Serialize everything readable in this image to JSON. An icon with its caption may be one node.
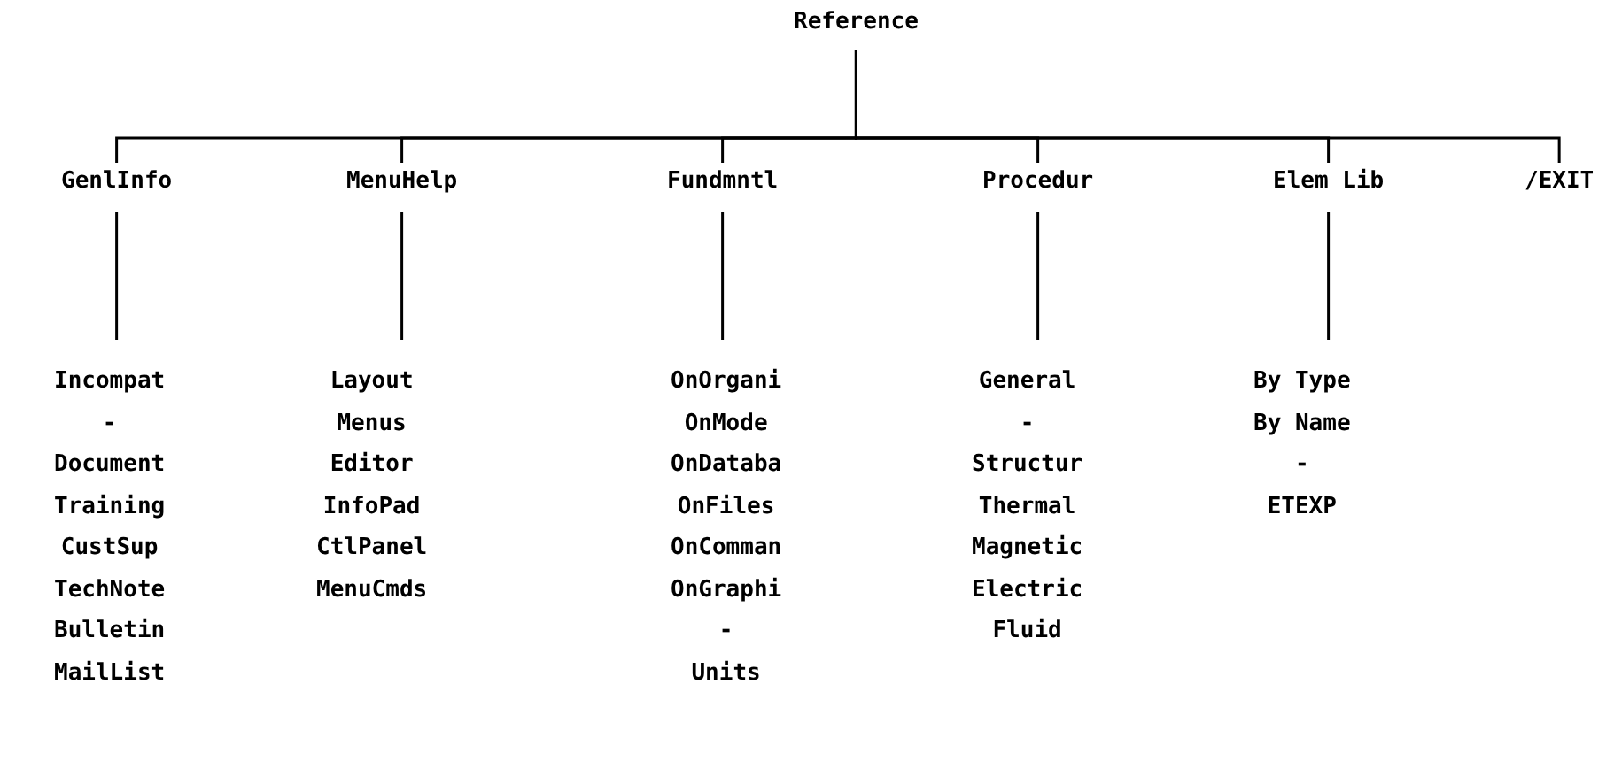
{
  "diagram": {
    "nodes": [
      {
        "text": [
          "Reference"
        ]
      },
      {
        "text": [
          "GenlInfo"
        ]
      },
      {
        "text": [
          "MenuHelp"
        ]
      },
      {
        "text": [
          "Fundmntl"
        ]
      },
      {
        "text": [
          "Procedur"
        ]
      },
      {
        "text": [
          "Elem Lib"
        ]
      },
      {
        "text": [
          "/EXIT"
        ]
      },
      {
        "text": [
          "Incompat",
          "-",
          "Document",
          "Training",
          "CustSup",
          "TechNote",
          "Bulletin",
          "MailList"
        ]
      },
      {
        "text": [
          "Layout",
          "Menus",
          "Editor",
          "InfoPad",
          "CtlPanel",
          "MenuCmds"
        ]
      },
      {
        "text": [
          "OnOrgani",
          "OnMode",
          "OnDataba",
          "OnFiles",
          "OnComman",
          "OnGraphi",
          "-",
          "Units"
        ]
      },
      {
        "text": [
          "General",
          "-",
          "Structur",
          "Thermal",
          "Magnetic",
          "Electric",
          "Fluid"
        ]
      },
      {
        "text": [
          "By Type",
          "By Name",
          "-",
          "ETEXP"
        ]
      }
    ],
    "edges": [
      {
        "from": 0,
        "to": 1,
        "arrow": "none"
      },
      {
        "from": 0,
        "to": 2,
        "arrow": "none"
      },
      {
        "from": 0,
        "to": 3,
        "arrow": "none"
      },
      {
        "from": 0,
        "to": 4,
        "arrow": "none"
      },
      {
        "from": 0,
        "to": 5,
        "arrow": "none"
      },
      {
        "from": 0,
        "to": 6,
        "arrow": "none"
      },
      {
        "from": 1,
        "to": 7,
        "arrow": "none"
      },
      {
        "from": 2,
        "to": 8,
        "arrow": "none"
      },
      {
        "from": 3,
        "to": 9,
        "arrow": "none"
      },
      {
        "from": 4,
        "to": 10,
        "arrow": "none"
      },
      {
        "from": 5,
        "to": 11,
        "arrow": "none"
      }
    ]
  }
}
